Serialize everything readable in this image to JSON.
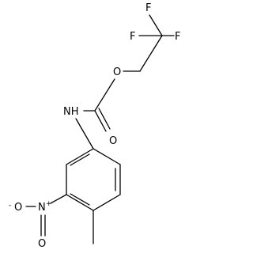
{
  "molecule": {
    "atoms": {
      "f1": "F",
      "f2": "F",
      "f3": "F",
      "ester_oxygen": "O",
      "carbonyl_oxygen": "O",
      "amide_nh": "NH",
      "nitro_n": "N",
      "nitro_n_charge": "+",
      "nitro_o1": "O",
      "nitro_o1_charge": "-",
      "nitro_o2": "O"
    }
  }
}
